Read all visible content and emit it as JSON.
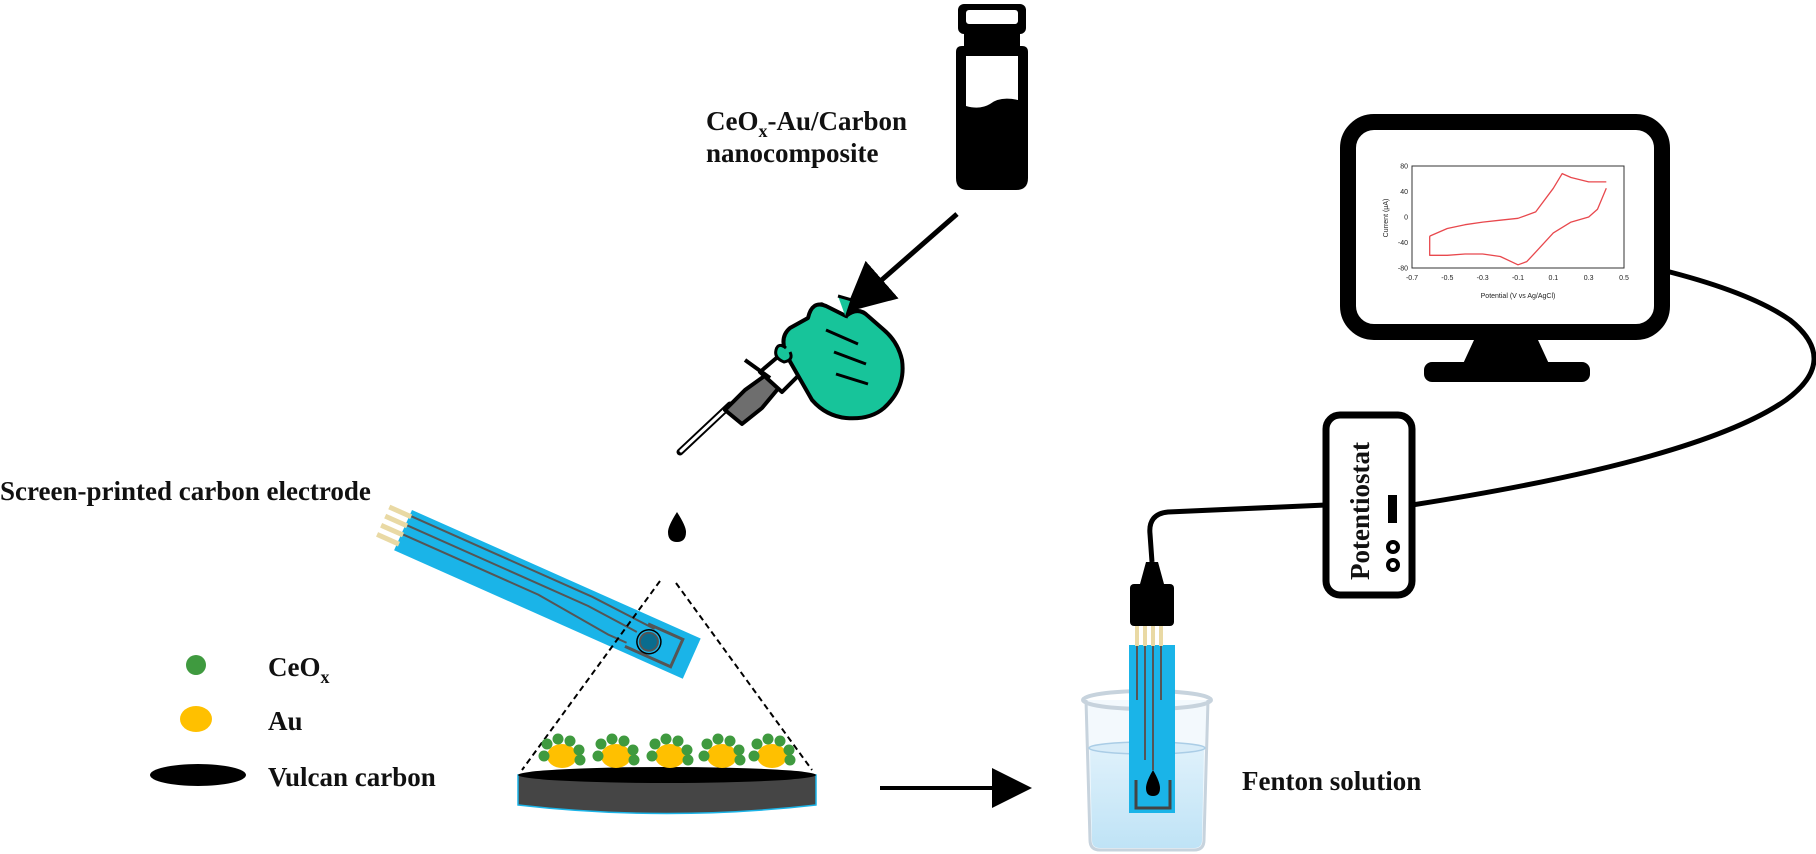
{
  "labels": {
    "nanocomposite_line1_main": "CeO",
    "nanocomposite_line1_sub": "x",
    "nanocomposite_line1_rest": "-Au/Carbon",
    "nanocomposite_line2": "nanocomposite",
    "spce": "Screen-printed carbon electrode",
    "fenton": "Fenton solution",
    "potentiostat": "Potentiostat"
  },
  "legend": [
    {
      "main": "CeO",
      "sub": "x",
      "color": "#3f9a3f",
      "shape": "dot"
    },
    {
      "main": "Au",
      "sub": "",
      "color": "#ffc000",
      "shape": "dot"
    },
    {
      "main": "Vulcan carbon",
      "sub": "",
      "color": "#000000",
      "shape": "ellipse"
    }
  ],
  "colors": {
    "electrode": "#1ab4e8",
    "glove": "#17c49a",
    "cv_curve": "#e8484d",
    "carbon_disk": "#454545"
  },
  "icons": [
    "vial-icon",
    "pipette-icon",
    "droplet-icon",
    "monitor-icon",
    "potentiostat-icon",
    "beaker-icon",
    "electrode-icon"
  ],
  "chart_data": {
    "type": "line",
    "xlabel": "Potential (V vs Ag/AgCl)",
    "ylabel": "Current (µA)",
    "xticks": [
      "-0.7",
      "-0.5",
      "-0.3",
      "-0.1",
      "0.1",
      "0.3",
      "0.5"
    ],
    "yticks": [
      "80",
      "40",
      "0",
      "-40",
      "-80"
    ],
    "xlim": [
      -0.7,
      0.5
    ],
    "ylim": [
      -80,
      80
    ],
    "series": [
      {
        "x": [
          -0.6,
          -0.5,
          -0.4,
          -0.3,
          -0.2,
          -0.1,
          0.0,
          0.1,
          0.15,
          0.2,
          0.3,
          0.4
        ],
        "y": [
          -30,
          -18,
          -12,
          -8,
          -5,
          -2,
          8,
          45,
          68,
          62,
          55,
          55
        ]
      },
      {
        "x": [
          0.4,
          0.35,
          0.3,
          0.2,
          0.1,
          0.0,
          -0.05,
          -0.1,
          -0.2,
          -0.3,
          -0.4,
          -0.5,
          -0.6,
          -0.6
        ],
        "y": [
          45,
          12,
          0,
          -8,
          -25,
          -55,
          -70,
          -75,
          -62,
          -58,
          -58,
          -60,
          -60,
          -30
        ]
      }
    ]
  }
}
